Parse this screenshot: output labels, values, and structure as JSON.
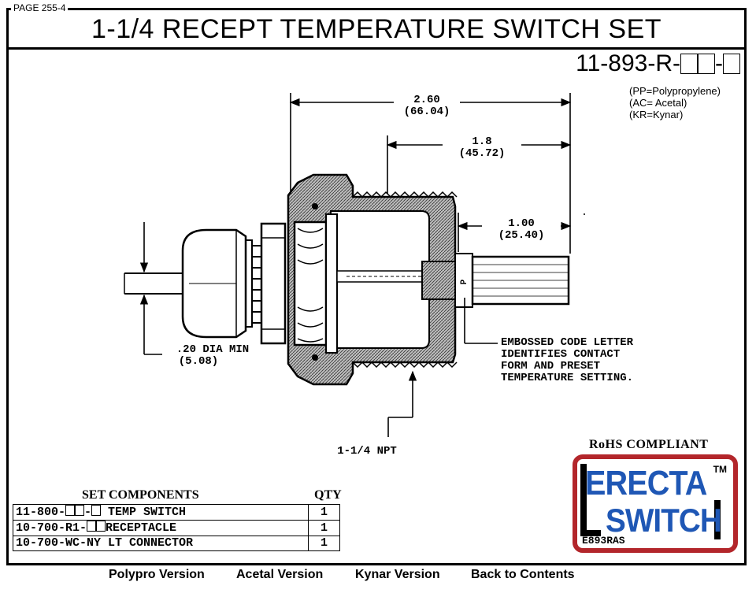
{
  "page_tag": "PAGE 255-4",
  "title": "1-1/4 RECEPT TEMPERATURE SWITCH SET",
  "part_number": {
    "prefix": "11-893-R-",
    "sep": "-"
  },
  "materials": [
    "(PP=Polypropylene)",
    "(AC= Acetal)",
    "(KR=Kynar)"
  ],
  "dimensions": {
    "overall": {
      "in": "2.60",
      "mm": "(66.04)"
    },
    "thread_len": {
      "in": "1.8",
      "mm": "(45.72)"
    },
    "probe": {
      "in": "1.00",
      "mm": "(25.40)"
    },
    "wire_dia": {
      "in": ".20 DIA MIN",
      "mm": "(5.08)"
    },
    "npt": "1-1/4 NPT"
  },
  "code_letter": "P",
  "note_lines": [
    "EMBOSSED CODE LETTER",
    "IDENTIFIES CONTACT",
    "FORM AND PRESET",
    "TEMPERATURE SETTING."
  ],
  "rohs": "RoHS COMPLIANT",
  "logo": {
    "line1": "ERECTA",
    "line2": "SWITCH",
    "tm": "TM",
    "code": "E893RAS"
  },
  "components": {
    "title": "SET COMPONENTS",
    "qty_title": "QTY",
    "rows": [
      {
        "pre": "11-800-",
        "boxes1": 2,
        "mid": "-",
        "boxes2": 1,
        "post": " TEMP SWITCH",
        "qty": "1"
      },
      {
        "pre": "10-700-R1-",
        "boxes1": 2,
        "mid": "",
        "boxes2": 0,
        "post": "RECEPTACLE",
        "qty": "1"
      },
      {
        "pre": "10-700-WC-NY LT CONNECTOR",
        "boxes1": 0,
        "mid": "",
        "boxes2": 0,
        "post": "",
        "qty": "1"
      }
    ]
  },
  "nav": [
    "Polypro Version",
    "Acetal Version",
    "Kynar Version",
    "Back to Contents"
  ]
}
